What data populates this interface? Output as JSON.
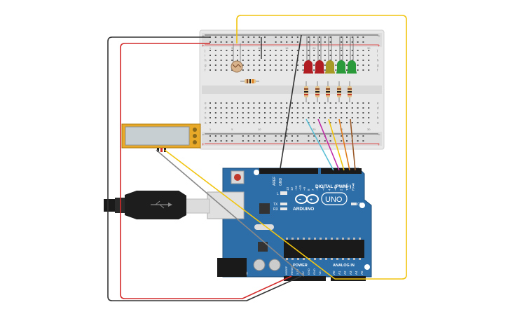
{
  "circuit": {
    "arduino": {
      "board_label": "UNO",
      "brand_label": "ARDUINO",
      "digital_header_label": "DIGITAL (PWM~)",
      "power_header_label": "POWER",
      "analog_header_label": "ANALOG IN",
      "aref_label": "AREF",
      "gnd_label": "GND",
      "on_label": "ON",
      "tx_label": "TX",
      "rx_label": "RX",
      "l_label": "L",
      "digital_pins": [
        "13",
        "12",
        "~11",
        "~10",
        "~9",
        "8",
        "7",
        "~6",
        "~5",
        "4",
        "~3",
        "2",
        "TX▸1",
        "RX◂0"
      ],
      "power_pins": [
        "IOREF",
        "RESET",
        "3.3V",
        "5V",
        "GND",
        "GND",
        "Vin"
      ],
      "analog_pins": [
        "A0",
        "A1",
        "A2",
        "A3",
        "A4",
        "A5"
      ],
      "color": "#2d6ea8"
    },
    "leds": [
      {
        "color": "#b01e23"
      },
      {
        "color": "#b01e23"
      },
      {
        "color": "#a89a26"
      },
      {
        "color": "#2a9a3a"
      },
      {
        "color": "#2a9a3a"
      }
    ],
    "wire_colors": {
      "gnd": "#333333",
      "power": "#d42a2a",
      "signal_yellow": "#f1c40f",
      "signal_cyan": "#5bc0d6",
      "signal_magenta": "#c02aa6",
      "signal_orange": "#e07b1a",
      "signal_brown": "#9a5a2a",
      "signal_gray": "#888888"
    },
    "breadboard": {
      "column_numbers": [
        "1",
        "5",
        "10",
        "15",
        "20",
        "25",
        "30"
      ],
      "row_letters_top": [
        "j",
        "i",
        "h",
        "g",
        "f"
      ],
      "row_letters_bottom": [
        "e",
        "d",
        "c",
        "b",
        "a"
      ],
      "rail_plus": "+",
      "rail_minus": "−"
    }
  }
}
